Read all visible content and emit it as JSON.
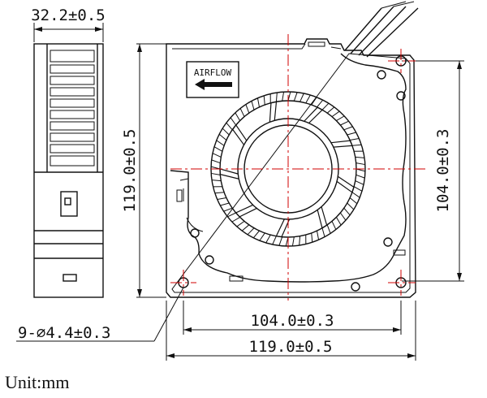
{
  "dimensions": {
    "thickness": "32.2±0.5",
    "height": "119.0±0.5",
    "hole_spacing_vertical": "104.0±0.3",
    "hole_spacing_horizontal": "104.0±0.3",
    "width": "119.0±0.5",
    "mounting_holes": "9-⌀4.4±0.3"
  },
  "airflow_label": "AIRFLOW",
  "unit_note": "Unit:mm",
  "colors": {
    "line": "#111111",
    "centerline": "#d00000",
    "background": "#ffffff"
  }
}
